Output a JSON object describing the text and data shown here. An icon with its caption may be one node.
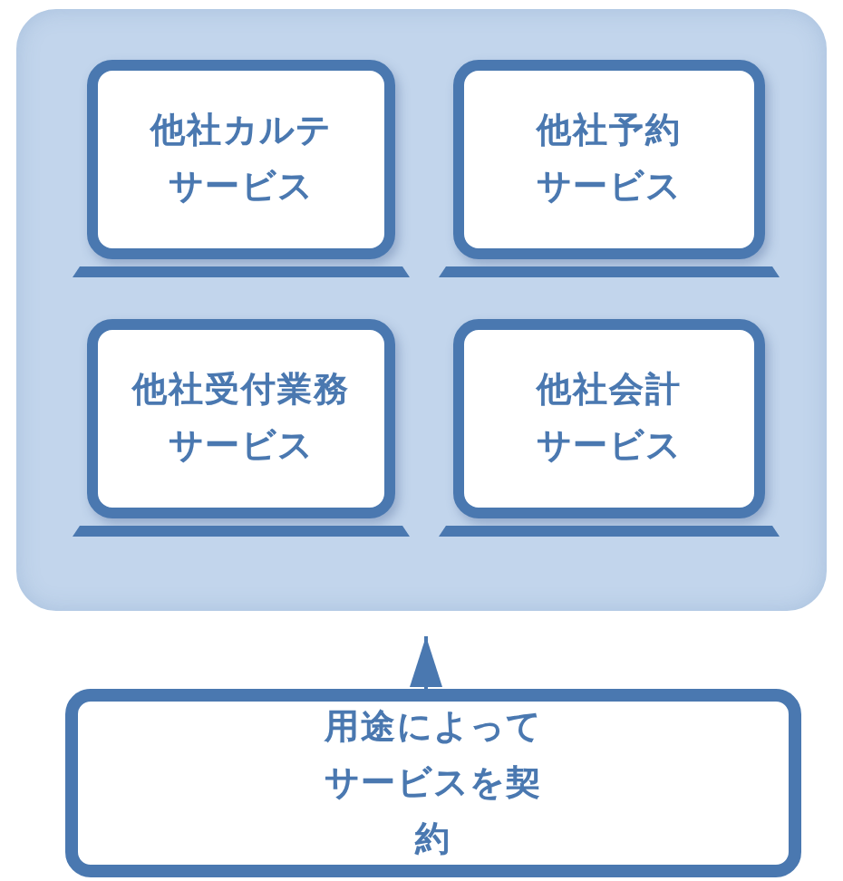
{
  "diagram": {
    "nodes": [
      {
        "text": [],
        "shape": "box"
      },
      {
        "text": [
          "他社カルテサービス"
        ],
        "in": 0
      },
      {
        "text": [
          "他社予約サービス"
        ],
        "in": 0
      },
      {
        "text": [
          "他社受付業務サービス"
        ],
        "in": 0
      },
      {
        "text": [
          "他社会計サービス"
        ],
        "in": 0
      },
      {
        "text": [
          "用途によってサービスを契約"
        ]
      }
    ],
    "edges": [
      {
        "from": 5,
        "to": 0,
        "arrow": "to"
      }
    ]
  }
}
